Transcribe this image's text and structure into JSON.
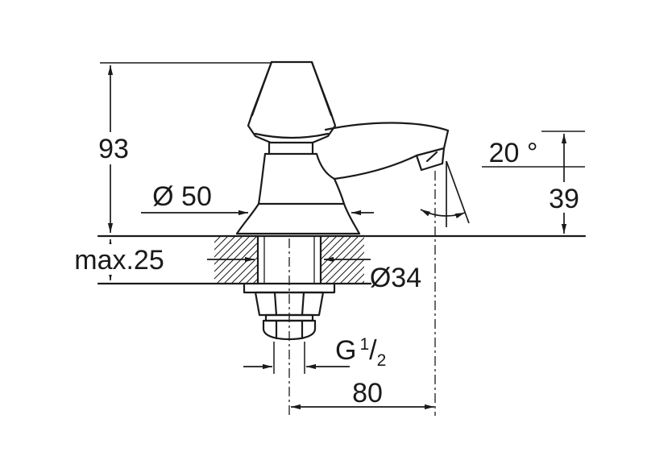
{
  "drawing": {
    "kind": "technical-dimension-drawing",
    "line_color": "#1a1a1a",
    "background_color": "#ffffff",
    "dimensions": {
      "height": "93",
      "base_diameter": "Ø 50",
      "max_mounting_thickness": "max.25",
      "shank_diameter": "Ø34",
      "thread_prefix": "G",
      "thread_numerator": "1",
      "thread_slash": "/",
      "thread_denominator": "2",
      "spout_reach": "80",
      "spout_angle": "20 °",
      "spout_height": "39"
    }
  }
}
